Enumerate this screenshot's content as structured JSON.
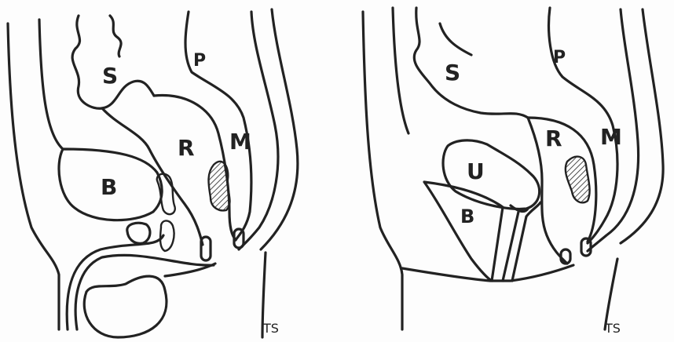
{
  "left_panel": {
    "labels": {
      "s": "S",
      "p": "P",
      "r": "R",
      "m": "M",
      "b": "B",
      "ts": "TS"
    }
  },
  "right_panel": {
    "labels": {
      "s": "S",
      "p": "P",
      "r": "R",
      "m": "M",
      "u": "U",
      "b": "B",
      "ts": "TS"
    }
  },
  "colors": {
    "ink": "#222222",
    "background": "#fdfdfd"
  }
}
